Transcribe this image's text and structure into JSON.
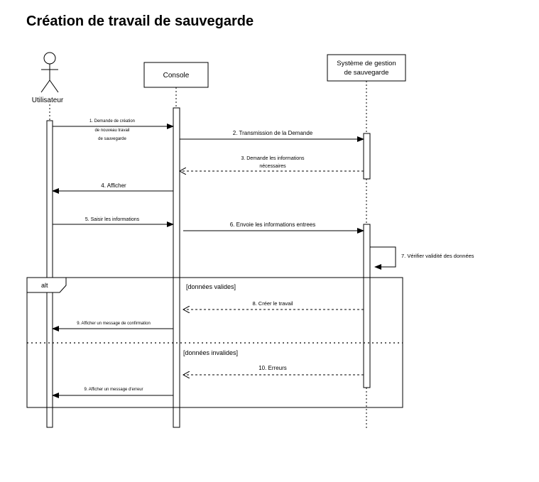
{
  "title": "Création de travail de sauvegarde",
  "participants": {
    "user": "Utilisateur",
    "console": "Console",
    "system_line1": "Système de gestion",
    "system_line2": "de sauvegarde"
  },
  "messages": {
    "m1_line1": "1. Demande de création",
    "m1_line2": "de nouveau travail",
    "m1_line3": "de sauvegarde",
    "m2": "2. Transmission de la Demande",
    "m3_line1": "3. Demande les informations",
    "m3_line2": "nécessaires",
    "m4": "4. Afficher",
    "m5": "5. Saisir les informations",
    "m6": "6. Envoie les informations entrees",
    "m7": "7. Vérifier validité des données",
    "m8": "8. Créer le travail",
    "m9a": "9. Afficher  un message de confirmation",
    "m10": "10. Erreurs",
    "m9b": "9. Afficher  un message d'erreur"
  },
  "fragment": {
    "operator": "alt",
    "guard_valid": "[données valides]",
    "guard_invalid": "[données invalides]"
  }
}
